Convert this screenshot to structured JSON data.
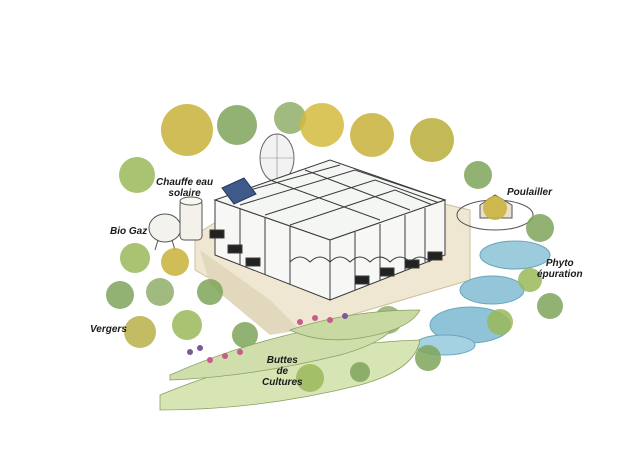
{
  "labels": {
    "solar_heater": [
      "Chauffe eau",
      "solaire"
    ],
    "biogas": "Bio Gaz",
    "henhouse": "Poulailler",
    "phyto": [
      "Phyto",
      "épuration"
    ],
    "orchards": "Vergers",
    "mounds": [
      "Buttes",
      "de",
      "Cultures"
    ]
  },
  "colors": {
    "tree_yellow": "#c9b23a",
    "tree_green": "#7fa45a",
    "tree_dark": "#5e8a3e",
    "ground": "#e8dfc8",
    "water": "#8fc3d8",
    "greenhouse_line": "#3a3a3a",
    "solar_panel": "#3d5a8a",
    "flowers_pink": "#c75b8a",
    "flowers_purple": "#7a5a9a"
  }
}
